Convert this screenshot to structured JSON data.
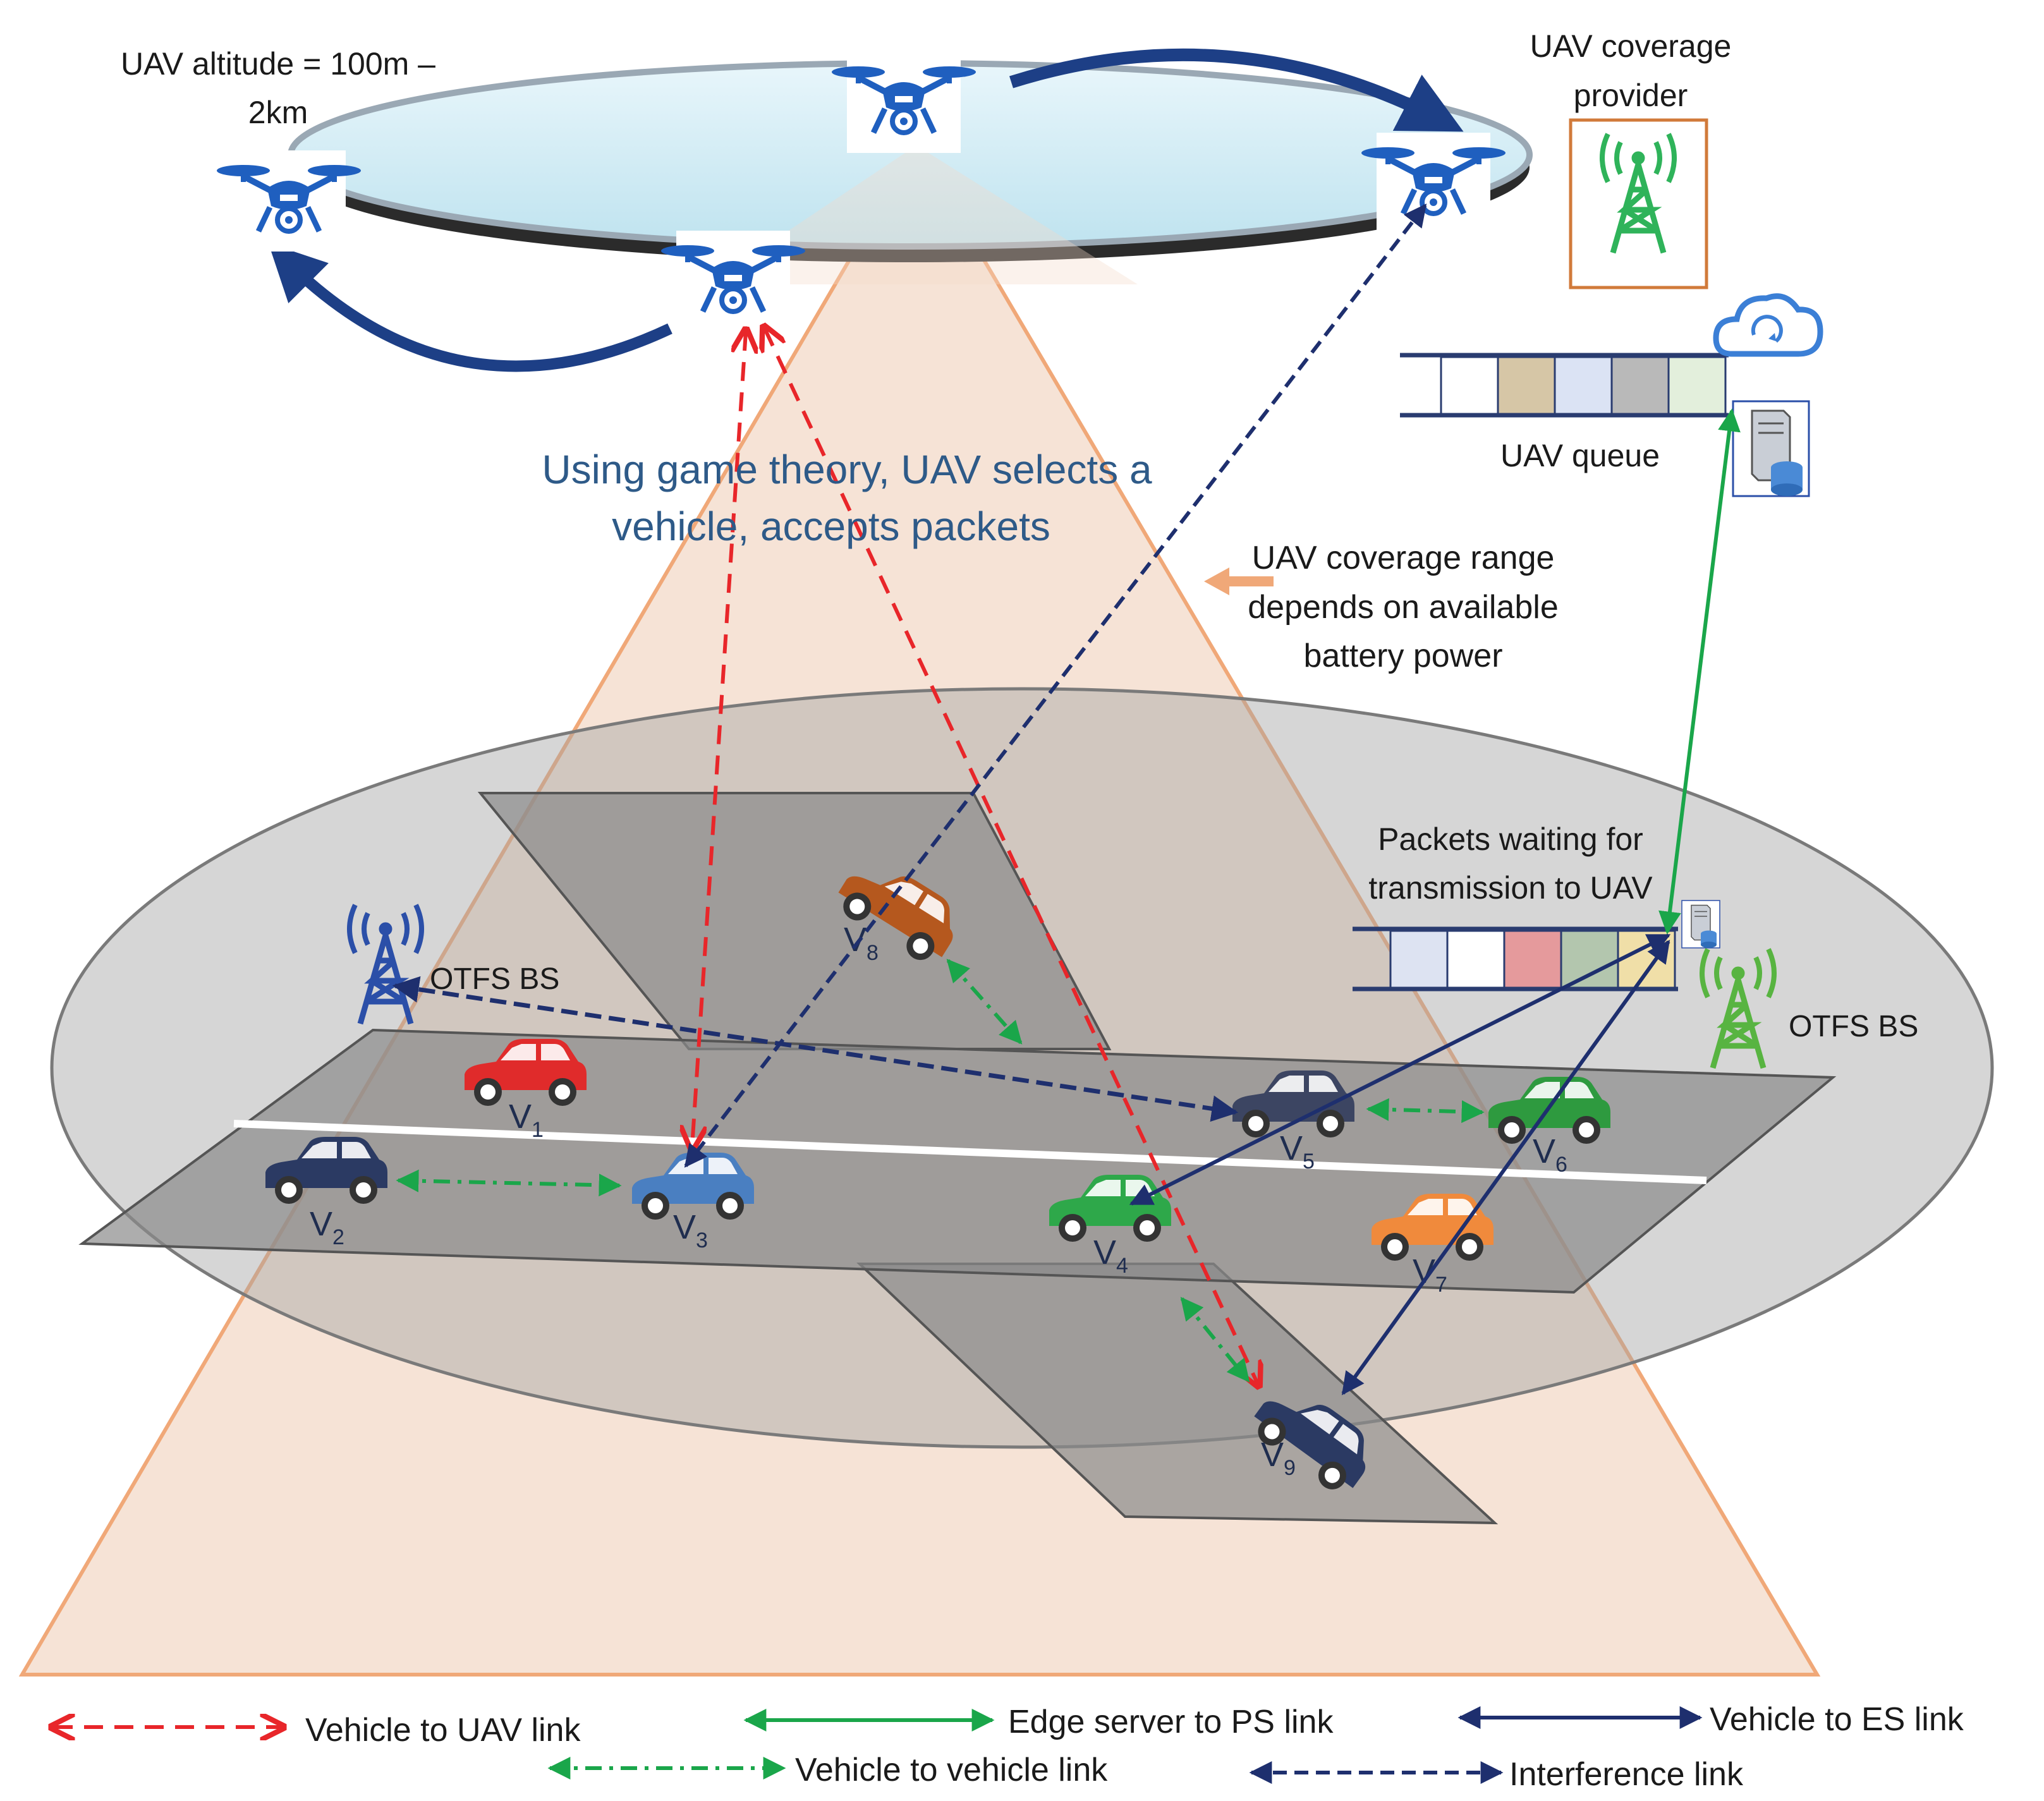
{
  "labels": {
    "altitude_line1": "UAV altitude = 100m –",
    "altitude_line2": "2km",
    "coverage_provider_line1": "UAV coverage",
    "coverage_provider_line2": "provider",
    "uav_queue": "UAV queue",
    "game_theory_line1": "Using game theory, UAV selects a",
    "game_theory_line2": "vehicle, accepts packets",
    "coverage_range_line1": "UAV coverage range",
    "coverage_range_line2": "depends on available",
    "coverage_range_line3": "battery power",
    "packets_waiting_line1": "Packets waiting for",
    "packets_waiting_line2": "transmission to UAV",
    "otfs_bs_left": "OTFS BS",
    "otfs_bs_right": "OTFS BS"
  },
  "vehicles": [
    {
      "letter": "V",
      "sub": "1",
      "color": "#e02b2b"
    },
    {
      "letter": "V",
      "sub": "2",
      "color": "#2b3a63"
    },
    {
      "letter": "V",
      "sub": "3",
      "color": "#4a7fc1"
    },
    {
      "letter": "V",
      "sub": "4",
      "color": "#2ea84a"
    },
    {
      "letter": "V",
      "sub": "5",
      "color": "#3c4562"
    },
    {
      "letter": "V",
      "sub": "6",
      "color": "#2e9a3f"
    },
    {
      "letter": "V",
      "sub": "7",
      "color": "#f08a3c"
    },
    {
      "letter": "V",
      "sub": "8",
      "color": "#b5581e"
    },
    {
      "letter": "V",
      "sub": "9",
      "color": "#2b3a63"
    }
  ],
  "legend": {
    "vehicle_to_uav": "Vehicle to UAV link",
    "edge_to_ps": "Edge server to PS link",
    "vehicle_to_es": "Vehicle to ES link",
    "vehicle_to_vehicle": "Vehicle to vehicle link",
    "interference": "Interference link"
  },
  "colors": {
    "red_link": "#e8262a",
    "green_link": "#1aa64a",
    "navy_link": "#1e2f6e",
    "uav_blue": "#1f5fbf",
    "cone_fill": "#f3d9c8",
    "cone_stroke": "#f0a878",
    "ground_fill": "#a9a9a9",
    "road_fill": "#8e8e8e",
    "tower_blue": "#2b4fa8",
    "tower_green": "#58b441"
  },
  "icons": [
    "uav-drone-icon",
    "cell-tower-icon",
    "cloud-icon",
    "server-icon",
    "car-icon"
  ]
}
